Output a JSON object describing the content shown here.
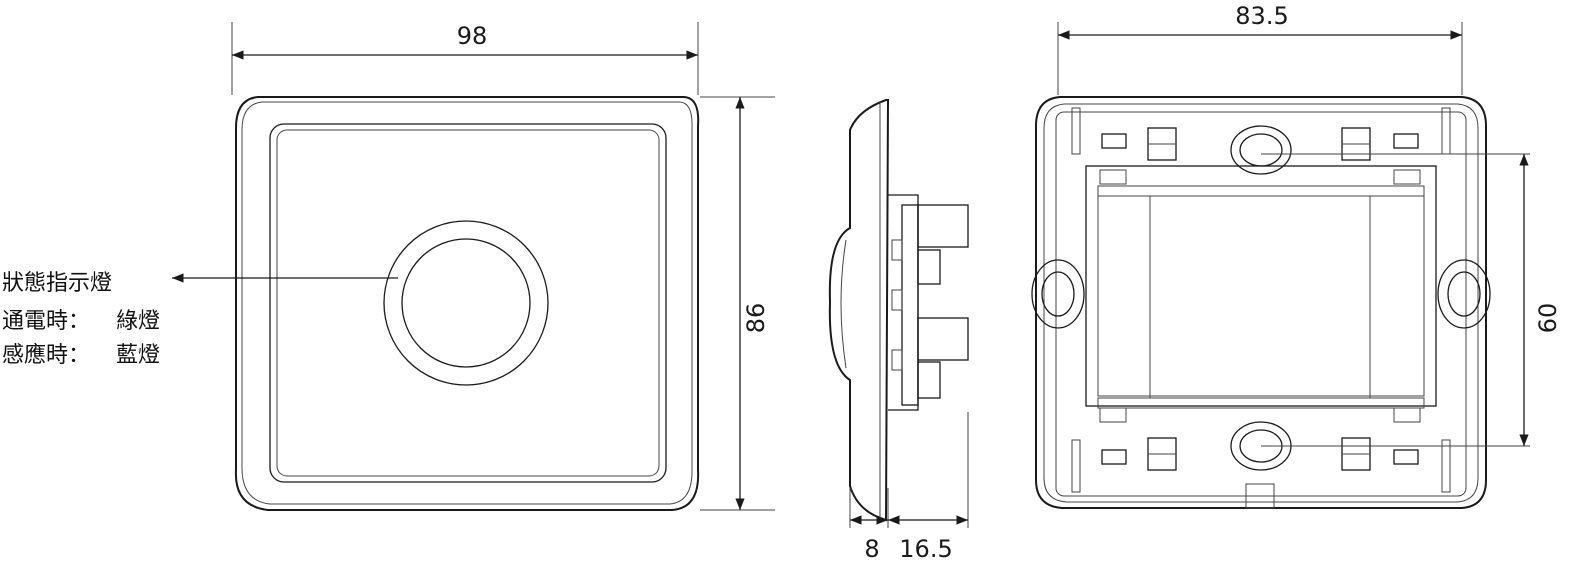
{
  "dimensions": {
    "front_width": "98",
    "front_height": "86",
    "side_depth_front": "8",
    "side_depth_back": "16.5",
    "back_width": "83.5",
    "back_hole_spacing": "60"
  },
  "annotation": {
    "title": "狀態指示燈",
    "row1_label": "通電時：",
    "row1_value": "綠燈",
    "row2_label": "感應時：",
    "row2_value": "藍燈"
  },
  "colors": {
    "line": "#1a1a1a",
    "green": "#2e9b4a",
    "blue": "#1d4f9c"
  }
}
